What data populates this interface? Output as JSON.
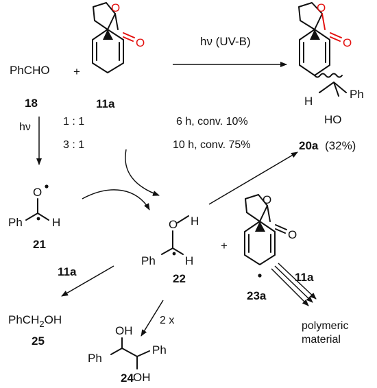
{
  "compounds": {
    "c18": {
      "formula": "PhCHO",
      "number": "18"
    },
    "c11a": {
      "number": "11a"
    },
    "c20a": {
      "number": "20a",
      "yield": "(32%)",
      "h": "H",
      "ph": "Ph",
      "ho": "HO"
    },
    "c21": {
      "number": "21",
      "ph": "Ph",
      "h": "H",
      "o": "O"
    },
    "c22": {
      "number": "22",
      "ph": "Ph",
      "h1": "H",
      "h2": "H",
      "o": "O"
    },
    "c23a": {
      "number": "23a"
    },
    "c25": {
      "formula_main": "PhCH",
      "formula_sub": "2",
      "formula_end": "OH",
      "number": "25"
    },
    "c24": {
      "number": "24",
      "oh_top": "OH",
      "oh_bottom": "OH",
      "ph_left": "Ph",
      "ph_right": "Ph"
    }
  },
  "ring_atoms": {
    "o": "O"
  },
  "symbols": {
    "plus": "+",
    "radical_dot": "•"
  },
  "reaction": {
    "condition_top": "hν (UV-B)",
    "hv": "hν",
    "ratio1": "1  :  1",
    "ratio2": "3  :  1",
    "cond1": "6 h, conv. 10%",
    "cond2": "10 h, conv. 75%",
    "reagent_21_25": "11a",
    "reagent_23a": "11a",
    "dimer_label": "2 x",
    "polymer_line1": "polymeric",
    "polymer_line2": "material"
  }
}
